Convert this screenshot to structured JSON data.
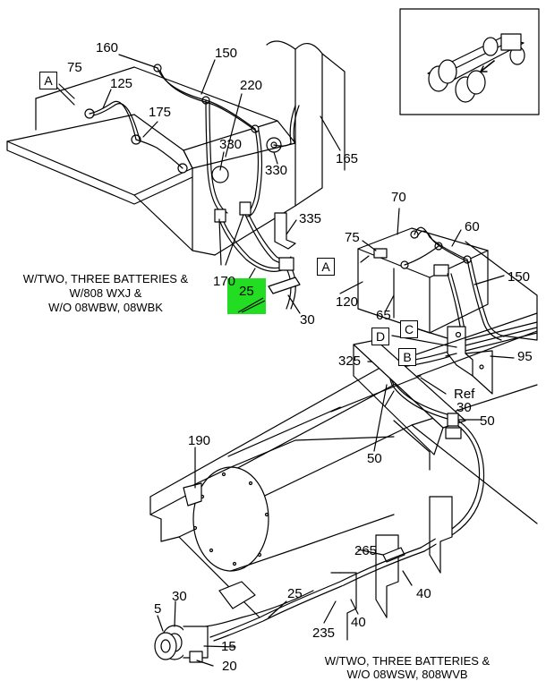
{
  "callouts": {
    "c5": "5",
    "c15": "15",
    "c20": "20",
    "c25a": "25",
    "c25b": "25",
    "c30a": "30",
    "c30b": "30",
    "c30c": "30",
    "c40a": "40",
    "c40b": "40",
    "c50a": "50",
    "c50b": "50",
    "c60": "60",
    "c65": "65",
    "c70": "70",
    "c75a": "75",
    "c75b": "75",
    "c95": "95",
    "c120": "120",
    "c125": "125",
    "c150a": "150",
    "c150b": "150",
    "c160": "160",
    "c165": "165",
    "c170": "170",
    "c175": "175",
    "c190": "190",
    "c220": "220",
    "c235": "235",
    "c265": "265",
    "c325": "325",
    "c330a": "330",
    "c330b": "330",
    "c335": "335",
    "ref": "Ref"
  },
  "boxes": {
    "a1": "A",
    "a2": "A",
    "b": "B",
    "c": "C",
    "d": "D"
  },
  "captions": {
    "left_l1": "W/TWO, THREE BATTERIES &",
    "left_l2": "W/808 WXJ &",
    "left_l3": "W/O 08WBW, 08WBK",
    "bottom_l1": "W/TWO, THREE BATTERIES &",
    "bottom_l2": "W/O 08WSW, 808WVB"
  },
  "colors": {
    "highlight": "#22dd22",
    "line": "#000000"
  }
}
